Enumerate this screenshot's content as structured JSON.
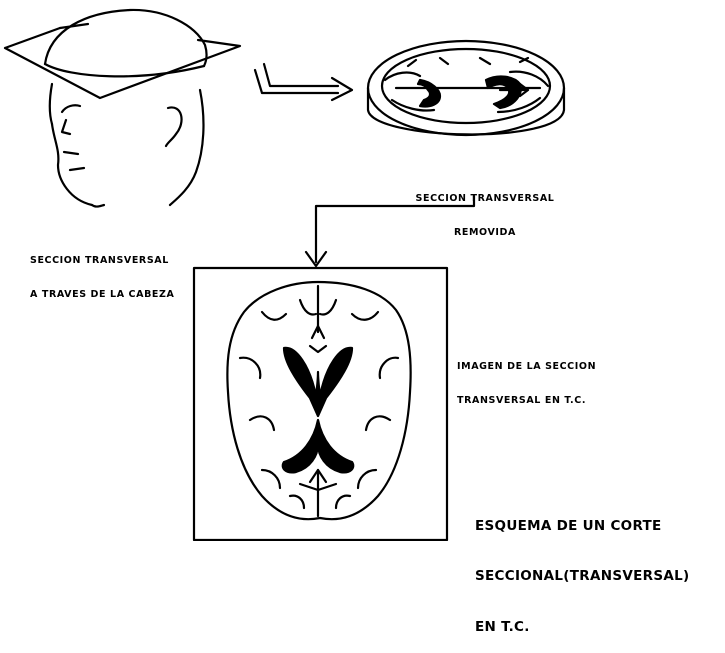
{
  "labels": {
    "head_caption": [
      "SECCION TRANSVERSAL",
      "A TRAVES DE LA CABEZA"
    ],
    "removed_caption": [
      "SECCION TRANSVERSAL",
      "REMOVIDA"
    ],
    "ct_caption": [
      "IMAGEN DE LA SECCION",
      "TRANSVERSAL EN T.C."
    ],
    "scheme_caption": [
      "ESQUEMA DE UN CORTE",
      "SECCIONAL(TRANSVERSAL)",
      "EN T.C."
    ]
  },
  "colors": {
    "ink": "#000000",
    "paper": "#ffffff"
  },
  "icons": [
    "head-illustration",
    "brain-slice-disc",
    "ct-brain-scan",
    "arrow-right",
    "arrow-down"
  ]
}
